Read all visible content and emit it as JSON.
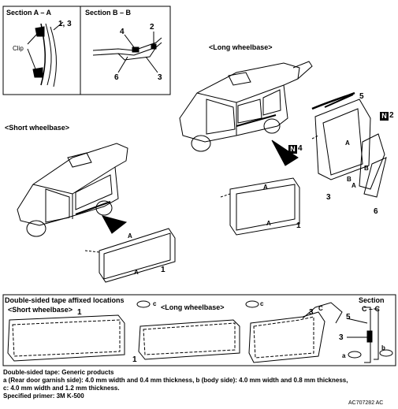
{
  "sections": {
    "aa": {
      "title": "Section A – A",
      "clip": "Clip",
      "part": "1, 3"
    },
    "bb": {
      "title": "Section B – B",
      "parts": [
        "4",
        "2",
        "6",
        "3"
      ]
    }
  },
  "labels": {
    "long_wheelbase": "<Long wheelbase>",
    "short_wheelbase": "<Short wheelbase>"
  },
  "long_view": {
    "n2": {
      "n": "N",
      "num": "2"
    },
    "n4": {
      "n": "N",
      "num": "4"
    },
    "parts": [
      "5",
      "3",
      "6",
      "1"
    ],
    "arrows": [
      "A",
      "A",
      "B",
      "B",
      "A",
      "A"
    ]
  },
  "short_view": {
    "parts": [
      "1"
    ],
    "arrows": [
      "A",
      "A"
    ]
  },
  "tape_section": {
    "title": "Double-sided tape affixed locations",
    "short": "<Short wheelbase>",
    "long": "<Long wheelbase>",
    "section_cc": {
      "line1": "Section",
      "line2": "C – C"
    },
    "callouts": {
      "c1": "c",
      "c2": "c",
      "c3": "C",
      "p1a": "1",
      "p1b": "1",
      "p3": "3",
      "p5": "5",
      "p3b": "3",
      "a": "a",
      "b": "b"
    }
  },
  "notes": {
    "line1": "Double-sided tape: Generic products",
    "line2": "a (Rear door garnish side): 4.0 mm width and 0.4 mm thickness, b (body side): 4.0 mm width and 0.8 mm thickness,",
    "line3": "c: 4.0 mm width and 1.2 mm thickness.",
    "line4": "Specified primer: 3M K-500"
  },
  "figure_code": "AC707282 AC"
}
